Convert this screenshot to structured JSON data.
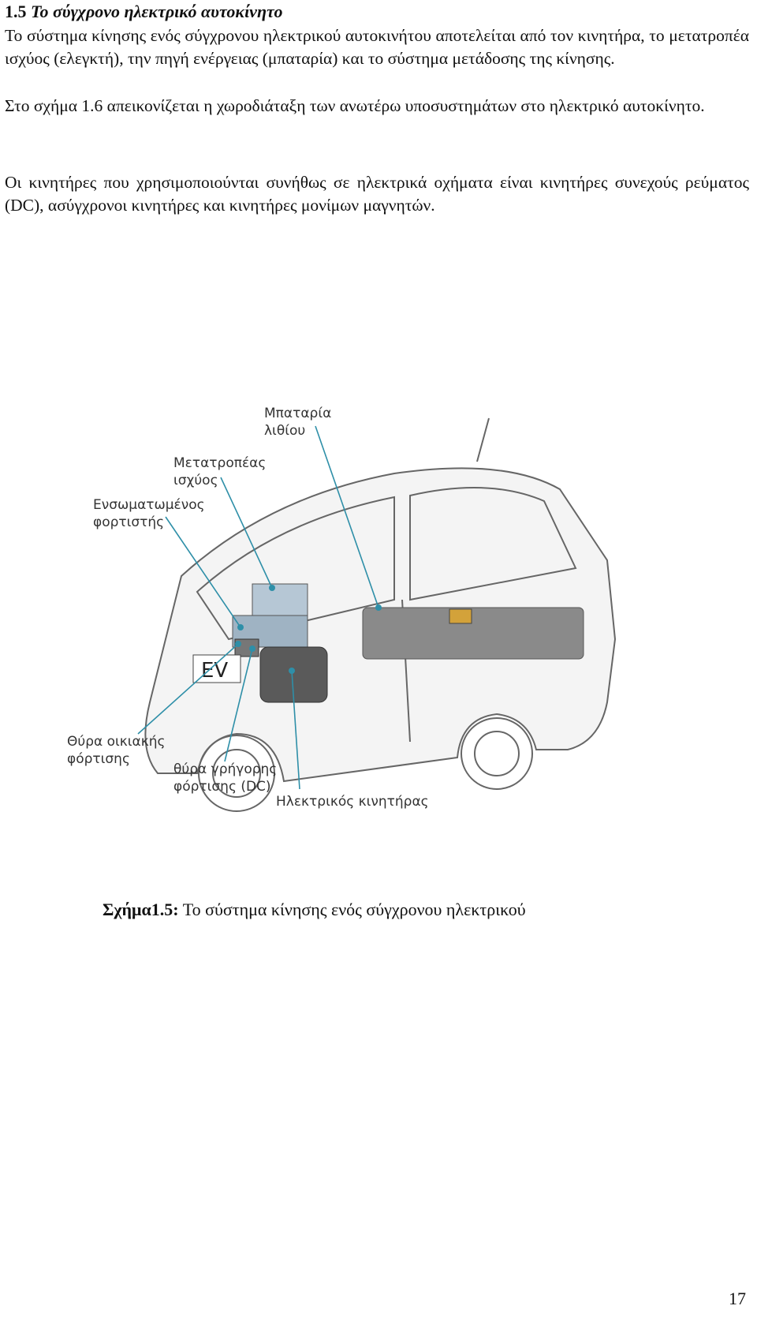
{
  "section": {
    "number": "1.5",
    "title": "Το σύγχρονο ηλεκτρικό αυτοκίνητο"
  },
  "paragraphs": [
    "Το σύστημα κίνησης ενός σύγχρονου ηλεκτρικού αυτοκινήτου αποτελείται από τον κινητήρα, το μετατροπέα ισχύος (ελεγκτή), την πηγή ενέργειας (μπαταρία) και το σύστημα μετάδοσης της κίνησης.",
    "Στο σχήμα 1.6 απεικονίζεται η χωροδιάταξη των ανωτέρω υποσυστημάτων στο ηλεκτρικό αυτοκίνητο.",
    "Οι κινητήρες που χρησιμοποιούνται συνήθως σε ηλεκτρικά οχήματα είναι κινητήρες συνεχούς ρεύματος (DC), ασύγχρονοι κινητήρες και κινητήρες μονίμων μαγνητών."
  ],
  "figure": {
    "labels": {
      "battery_line1": "Μπαταρία",
      "battery_line2": "λιθίου",
      "converter_line1": "Μετατροπέας",
      "converter_line2": "ισχύος",
      "charger_line1": "Ενσωματωμένος",
      "charger_line2": "φορτιστής",
      "home_port_line1": "Θύρα οικιακής",
      "home_port_line2": "φόρτισης",
      "fast_port_line1": "θύρα γρήγορης",
      "fast_port_line2": "φόρτισης (DC)",
      "motor": "Ηλεκτρικός κινητήρας",
      "plate": "EV"
    },
    "caption_bold": "Σχήμα1.5:",
    "caption_text": " Το σύστημα κίνησης ενός σύγχρονου ηλεκτρικού"
  },
  "page_number": "17"
}
